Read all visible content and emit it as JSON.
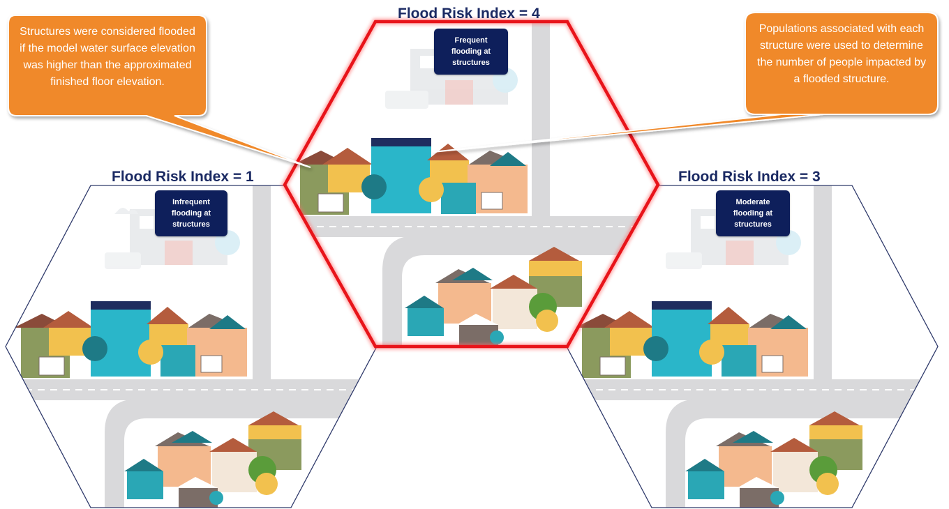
{
  "panels": [
    {
      "title": "Flood Risk Index = 1",
      "badge": "Infrequent flooding at structures"
    },
    {
      "title": "Flood Risk Index = 4",
      "badge": "Frequent flooding at structures"
    },
    {
      "title": "Flood Risk Index = 3",
      "badge": "Moderate flooding at structures"
    }
  ],
  "callouts": {
    "left": "Structures were considered flooded if the model water surface elevation was higher than the approximated finished floor elevation.",
    "right": "Populations associated with each structure were used to determine the number of people impacted by a flooded structure."
  },
  "colors": {
    "title": "#1b2a63",
    "badge": "#0e1f5b",
    "callout": "#f0892a",
    "highlight_border": "#e8141a",
    "road": "#d9d9db"
  }
}
